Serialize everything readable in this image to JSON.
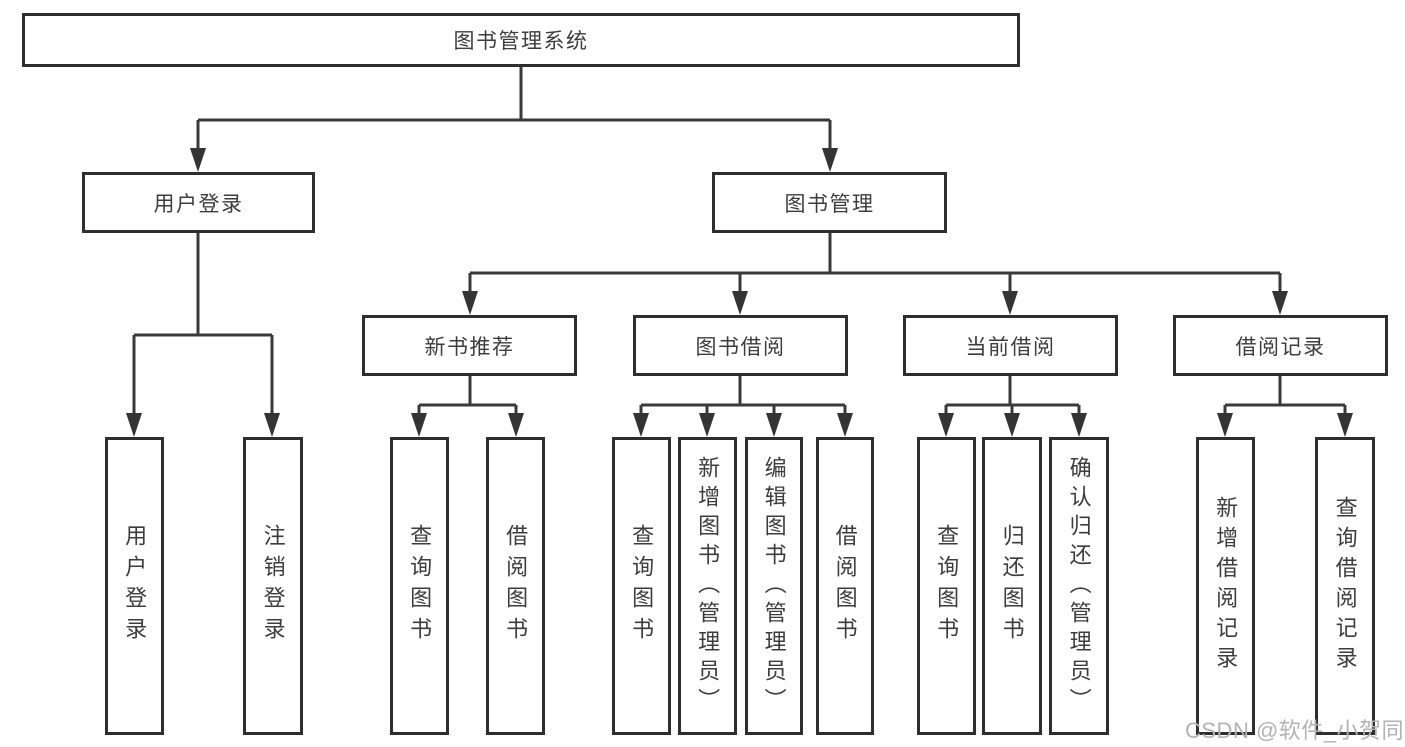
{
  "diagram": {
    "tree": {
      "label": "图书管理系统",
      "children": [
        {
          "label": "用户登录",
          "children": [
            {
              "label": "用户登录"
            },
            {
              "label": "注销登录"
            }
          ]
        },
        {
          "label": "图书管理",
          "children": [
            {
              "label": "新书推荐",
              "children": [
                {
                  "label": "查询图书"
                },
                {
                  "label": "借阅图书"
                }
              ]
            },
            {
              "label": "图书借阅",
              "children": [
                {
                  "label": "查询图书"
                },
                {
                  "label": "新增图书（管理员）"
                },
                {
                  "label": "编辑图书（管理员）"
                },
                {
                  "label": "借阅图书"
                }
              ]
            },
            {
              "label": "当前借阅",
              "children": [
                {
                  "label": "查询图书"
                },
                {
                  "label": "归还图书"
                },
                {
                  "label": "确认归还（管理员）"
                }
              ]
            },
            {
              "label": "借阅记录",
              "children": [
                {
                  "label": "新增借阅记录"
                },
                {
                  "label": "查询借阅记录"
                }
              ]
            }
          ]
        }
      ]
    }
  },
  "watermark": {
    "text": "CSDN @软件_小贺同学"
  },
  "colors": {
    "background": "#ffffff",
    "box_border": "#2e2e2e",
    "connector_line": "#3a3a3a",
    "text": "#3d3d3d",
    "watermark": "#b3b3b3"
  }
}
